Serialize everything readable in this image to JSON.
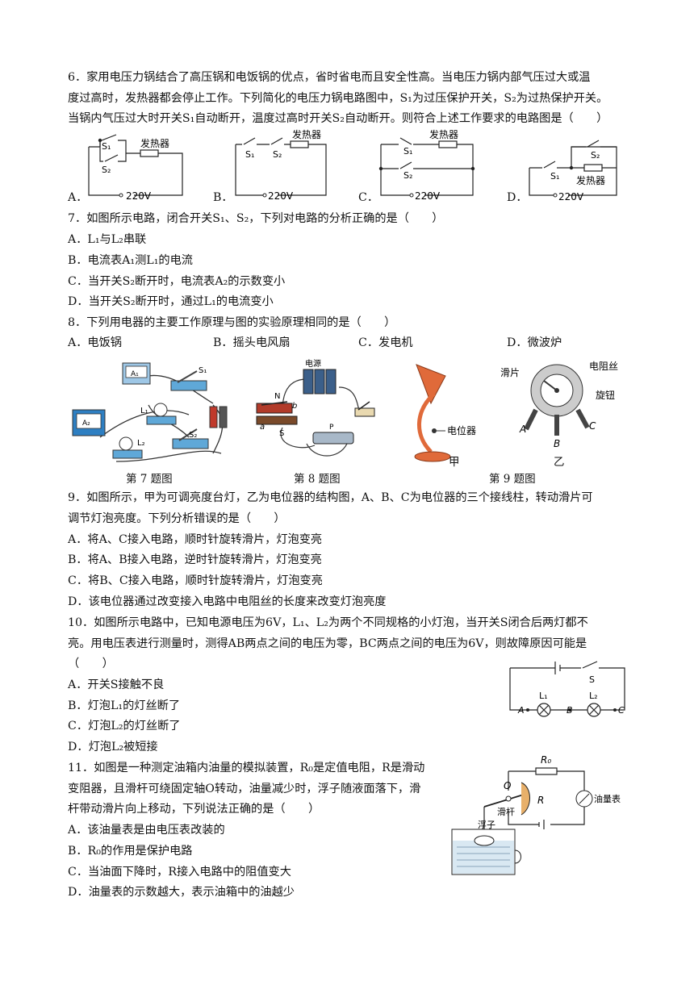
{
  "q6": {
    "l1": "6．家用电压力锅结合了高压锅和电饭锅的优点，省时省电而且安全性高。当电压力锅内部气压过大或温",
    "l2": "度过高时，发热器都会停止工作。下列简化的电压力锅电路图中，S₁为过压保护开关，S₂为过热保护开关。",
    "l3": "当锅内气压过大时开关S₁自动断开，温度过高时开关S₂自动断开。则符合上述工作要求的电路图是（　　）",
    "options": [
      "A．",
      "B．",
      "C．",
      "D．"
    ],
    "circuit_labels": {
      "heater": "发热器",
      "s1": "S₁",
      "s2": "S₂",
      "voltage": "220V"
    }
  },
  "q7": {
    "stem": "7．如图所示电路，闭合开关S₁、S₂，下列对电路的分析正确的是（　　）",
    "options": [
      "A．L₁与L₂串联",
      "B．电流表A₁测L₁的电流",
      "C．当开关S₂断开时，电流表A₂的示数变小",
      "D．当开关S₂断开时，通过L₁的电流变小"
    ]
  },
  "q8": {
    "stem": "8．下列用电器的主要工作原理与图的实验原理相同的是（　　）",
    "options": [
      "A．电饭锅",
      "B．摇头电风扇",
      "C．发电机",
      "D．微波炉"
    ]
  },
  "figs": {
    "cap7": "第 7 题图",
    "cap8": "第 8 题图",
    "cap9": "第 9 题图",
    "f7": {
      "a1": "A₁",
      "a2": "A₂",
      "l1": "L₁",
      "l2": "L₂",
      "s1": "S₁",
      "s2": "S₂"
    },
    "f8": {
      "source": "电源",
      "n": "N",
      "s": "S",
      "a": "a",
      "b": "b",
      "p": "P"
    },
    "f9": {
      "jia": "甲",
      "yi": "乙",
      "potentiometer": "电位器",
      "slider": "滑片",
      "wire": "电阻丝",
      "knob": "旋钮",
      "A": "A",
      "B": "B",
      "C": "C"
    }
  },
  "q9": {
    "l1": "9．如图所示，甲为可调亮度台灯，乙为电位器的结构图，A、B、C为电位器的三个接线柱，转动滑片可",
    "l2": "调节灯泡亮度。下列分析错误的是（　　）",
    "options": [
      "A．将A、C接入电路，顺时针旋转滑片，灯泡变亮",
      "B．将A、B接入电路，逆时针旋转滑片，灯泡变亮",
      "C．将B、C接入电路，顺时针旋转滑片，灯泡变亮",
      "D．该电位器通过改变接入电路中电阻丝的长度来改变灯泡亮度"
    ]
  },
  "q10": {
    "l1": "10．如图所示电路中，已知电源电压为6V，L₁、L₂为两个不同规格的小灯泡，当开关S闭合后两灯都不",
    "l2": "亮。用电压表进行测量时，测得AB两点之间的电压为零，BC两点之间的电压为6V，则故障原因可能是",
    "l3": "（　　）",
    "options": [
      "A．开关S接触不良",
      "B．灯泡L₁的灯丝断了",
      "C．灯泡L₂的灯丝断了",
      "D．灯泡L₂被短接"
    ],
    "fig": {
      "s": "S",
      "l1": "L₁",
      "l2": "L₂",
      "A": "A",
      "B": "B",
      "C": "C"
    }
  },
  "q11": {
    "l1": "11．如图是一种测定油箱内油量的模拟装置，R₀是定值电阻，R是滑动",
    "l2": "变阻器，且滑杆可绕固定轴O转动，油量减少时，浮子随液面落下，滑",
    "l3": "杆带动滑片向上移动，下列说法正确的是（　　）",
    "options": [
      "A．该油量表是由电压表改装的",
      "B．R₀的作用是保护电路",
      "C．当油面下降时，R接入电路中的阻值变大",
      "D．油量表的示数越大，表示油箱中的油越少"
    ],
    "fig": {
      "r0": "R₀",
      "o": "O",
      "r": "R",
      "rod": "滑杆",
      "float": "浮子",
      "meter": "油量表"
    }
  }
}
